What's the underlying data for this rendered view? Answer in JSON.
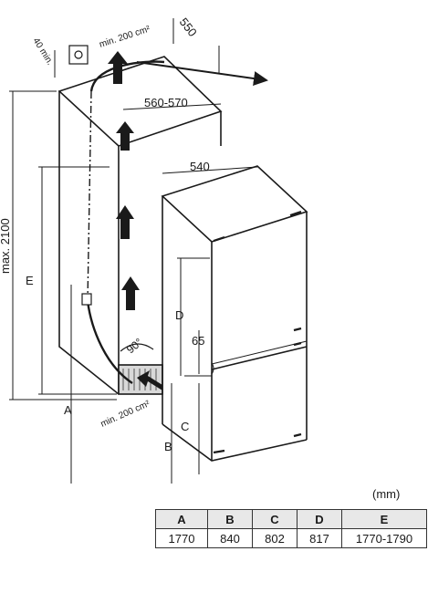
{
  "labels": {
    "depth_40": "40 min.",
    "vent_top": "min. 200 cm²",
    "depth_550": "550",
    "width_niche": "560-570",
    "width_appliance": "540",
    "height_max": "max. 2100",
    "dim_E": "E",
    "dim_D": "D",
    "dim_65": "65",
    "angle": "90°",
    "dim_A": "A",
    "dim_C": "C",
    "dim_B": "B",
    "vent_bottom": "min. 200 cm²"
  },
  "table": {
    "unit": "(mm)",
    "headers": [
      "A",
      "B",
      "C",
      "D",
      "E"
    ],
    "values": [
      "1770",
      "840",
      "802",
      "817",
      "1770-1790"
    ]
  }
}
